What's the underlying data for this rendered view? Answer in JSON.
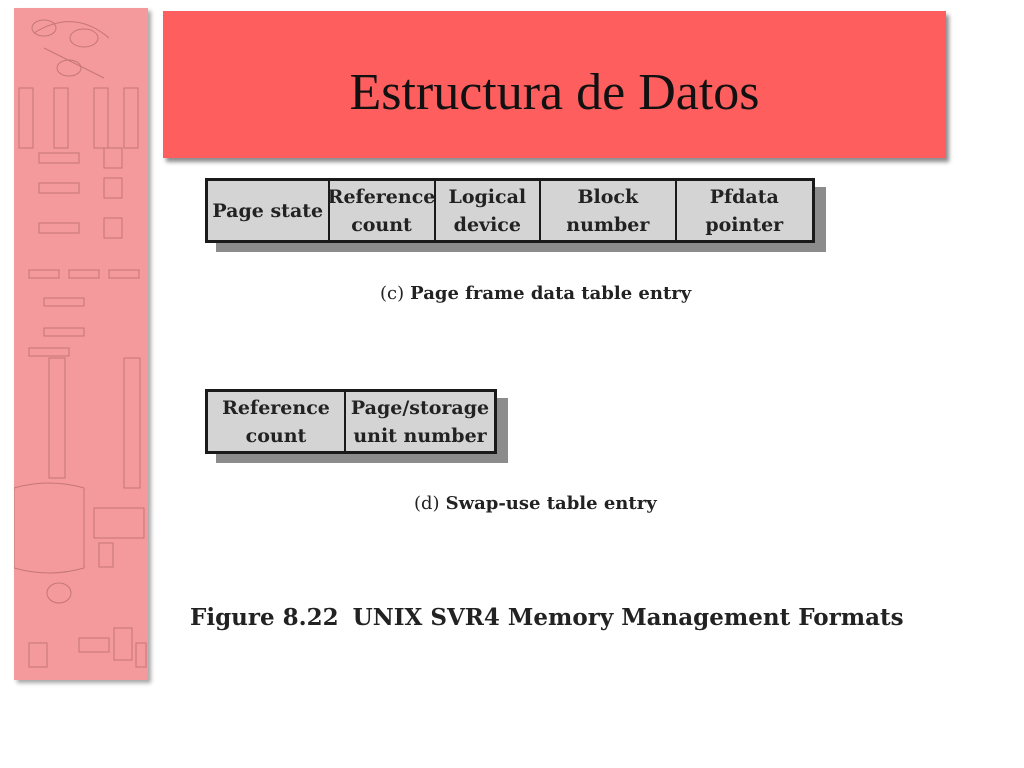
{
  "slide": {
    "title": "Estructura de Datos",
    "colors": {
      "banner": "#fe5e5e",
      "side_strip": "#f59a9c",
      "cell_fill": "#d4d4d4",
      "shadow": "#8c8c8c"
    }
  },
  "figure": {
    "tables": [
      {
        "id": "c",
        "fields": [
          "Page state",
          "Reference\ncount",
          "Logical\ndevice",
          "Block\nnumber",
          "Pfdata\npointer"
        ],
        "caption_letter": "(c)",
        "caption": "Page frame data table entry"
      },
      {
        "id": "d",
        "fields": [
          "Reference\ncount",
          "Page/storage\nunit number"
        ],
        "caption_letter": "(d)",
        "caption": "Swap-use table entry"
      }
    ],
    "figure_number": "Figure 8.22",
    "figure_title": "UNIX SVR4 Memory Management Formats"
  }
}
